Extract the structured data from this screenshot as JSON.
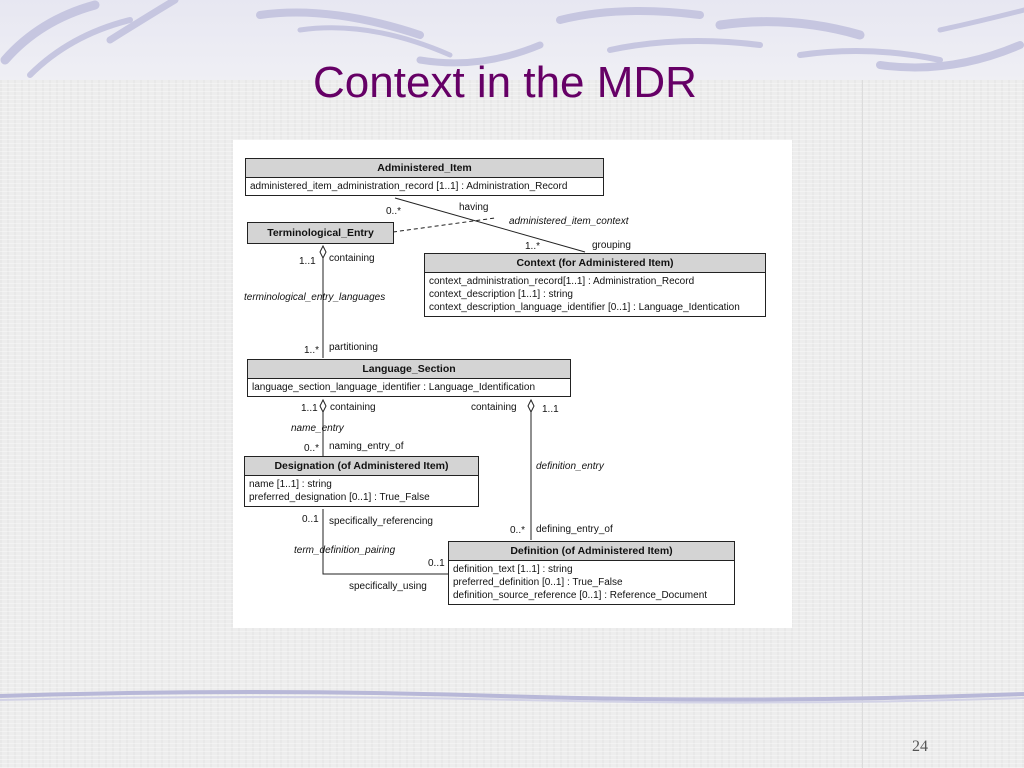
{
  "slide": {
    "title": "Context in the MDR",
    "page_number": "24"
  },
  "diagram": {
    "classes": {
      "administered_item": {
        "name": "Administered_Item",
        "attributes": [
          "administered_item_administration_record [1..1] : Administration_Record"
        ]
      },
      "terminological_entry": {
        "name": "Terminological_Entry",
        "attributes": []
      },
      "context": {
        "name": "Context (for Administered Item)",
        "attributes": [
          "context_administration_record[1..1] : Administration_Record",
          "context_description [1..1] : string",
          "context_description_language_identifier [0..1] : Language_Identication"
        ]
      },
      "language_section": {
        "name": "Language_Section",
        "attributes": [
          "language_section_language_identifier : Language_Identification"
        ]
      },
      "designation": {
        "name": "Designation (of Administered Item)",
        "attributes": [
          "name [1..1] : string",
          "preferred_designation [0..1] : True_False"
        ]
      },
      "definition": {
        "name": "Definition (of Administered Item)",
        "attributes": [
          "definition_text [1..1] : string",
          "preferred_definition [0..1] : True_False",
          "definition_source_reference [0..1] : Reference_Document"
        ]
      }
    },
    "labels": {
      "mult_0_star_top": "0..*",
      "having": "having",
      "administered_item_context": "administered_item_context",
      "mult_1_star_context": "1..*",
      "grouping": "grouping",
      "mult_1_1_term": "1..1",
      "containing_term": "containing",
      "terminological_entry_languages": "terminological_entry_languages",
      "mult_1_star_lang": "1..*",
      "partitioning": "partitioning",
      "mult_1_1_lang_left": "1..1",
      "containing_lang_left": "containing",
      "containing_lang_right": "containing",
      "mult_1_1_lang_right": "1..1",
      "name_entry": "name_entry",
      "mult_0_star_desig": "0..*",
      "naming_entry_of": "naming_entry_of",
      "definition_entry": "definition_entry",
      "mult_0_1_desig": "0..1",
      "specifically_referencing": "specifically_referencing",
      "mult_0_star_def": "0..*",
      "defining_entry_of": "defining_entry_of",
      "term_definition_pairing": "term_definition_pairing",
      "mult_0_1_def": "0..1",
      "specifically_using": "specifically_using"
    }
  }
}
